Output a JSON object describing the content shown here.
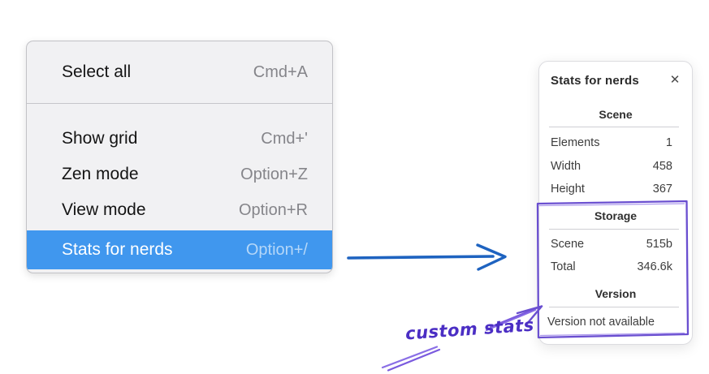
{
  "context_menu": {
    "items": [
      {
        "label": "Select all",
        "shortcut": "Cmd+A",
        "highlighted": false
      },
      {
        "label": "Show grid",
        "shortcut": "Cmd+'",
        "highlighted": false
      },
      {
        "label": "Zen mode",
        "shortcut": "Option+Z",
        "highlighted": false
      },
      {
        "label": "View mode",
        "shortcut": "Option+R",
        "highlighted": false
      },
      {
        "label": "Stats for nerds",
        "shortcut": "Option+/",
        "highlighted": true
      }
    ]
  },
  "stats_panel": {
    "title": "Stats for nerds",
    "close_icon": "✕",
    "sections": [
      {
        "heading": "Scene",
        "rows": [
          {
            "label": "Elements",
            "value": "1"
          },
          {
            "label": "Width",
            "value": "458"
          },
          {
            "label": "Height",
            "value": "367"
          }
        ]
      },
      {
        "heading": "Storage",
        "rows": [
          {
            "label": "Scene",
            "value": "515b"
          },
          {
            "label": "Total",
            "value": "346.6k"
          }
        ]
      },
      {
        "heading": "Version",
        "rows": [],
        "message": "Version not available"
      }
    ]
  },
  "annotation": {
    "text": "custom stats"
  },
  "colors": {
    "menu_highlight": "#4097ee",
    "menu_background": "#f1f1f3",
    "arrow_blue": "#1e63c0",
    "annotation_purple": "#6a4fd0",
    "annotation_text_purple": "#4b2ec4"
  }
}
